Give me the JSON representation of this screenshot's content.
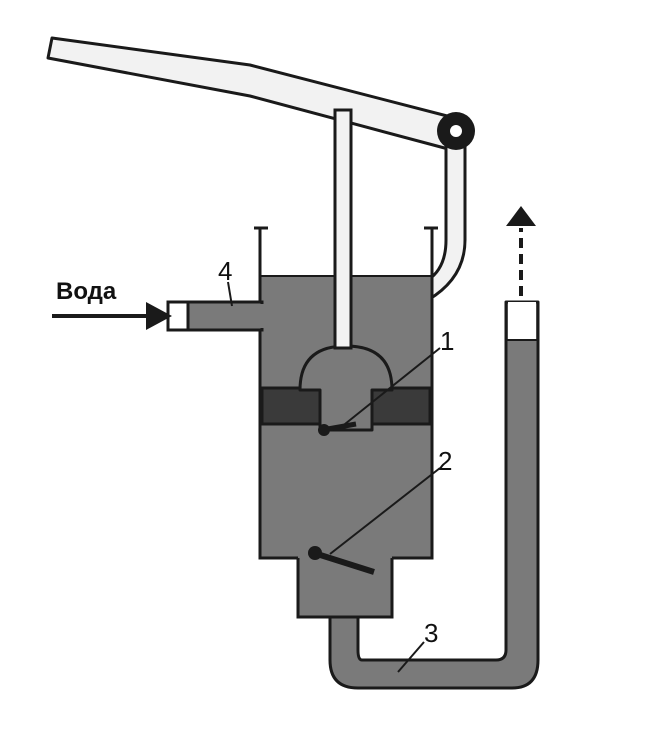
{
  "labels": {
    "inlet": "Вода",
    "part_1": "1",
    "part_2": "2",
    "part_3": "3",
    "part_4": "4"
  },
  "colors": {
    "water": "#7a7a7a",
    "outline": "#1a1a1a",
    "piston": "#3a3a3a",
    "background": "#ffffff"
  }
}
